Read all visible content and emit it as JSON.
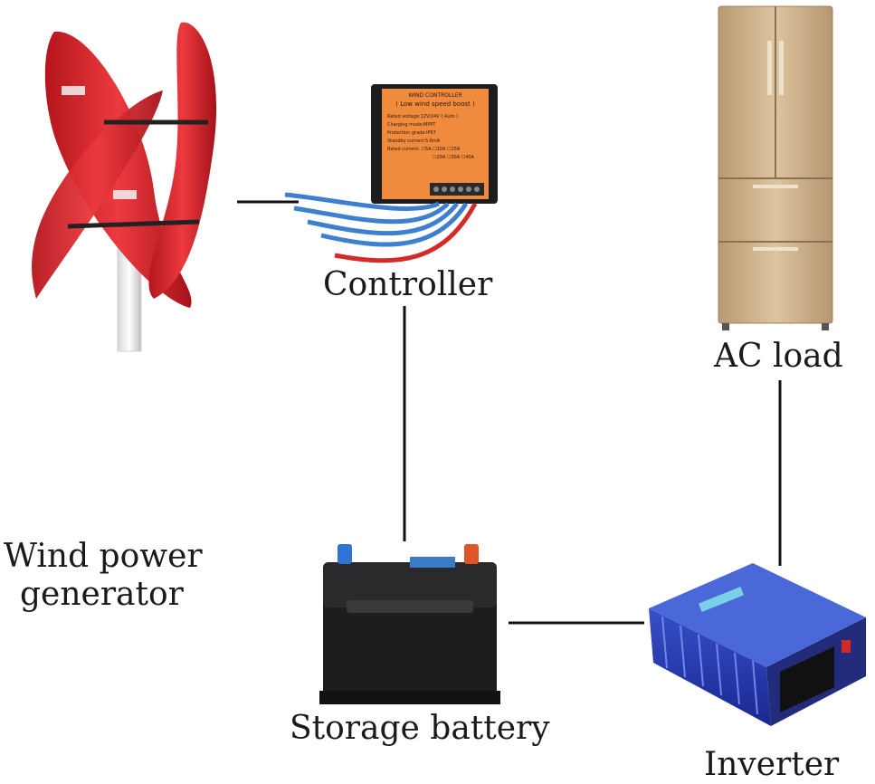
{
  "labels": {
    "controller": "Controller",
    "ac_load": "AC load",
    "wind_generator_line1": "Wind power",
    "wind_generator_line2": "generator",
    "storage_battery": "Storage battery",
    "inverter": "Inverter"
  },
  "controller_plate": {
    "title": "WIND CONTROLLER",
    "subtitle": "( Low wind speed boost )",
    "lines": [
      "Rated voltage:12V/24V ( Auto )",
      "Charging mode:MPPT",
      "Protection grade:IP67",
      "Standby current:5.6mA",
      "Rated current: ☐5A ☐10A ☐15A",
      "☐20A ☐30A ☐40A"
    ]
  },
  "colors": {
    "turbine": "#d8242c",
    "controller_face": "#f08a3c",
    "controller_body": "#1c1c1c",
    "cable_blue": "#3f7fd0",
    "cable_red": "#d42a2a",
    "fridge": "#c9ad84",
    "battery": "#1d1d1f",
    "inverter": "#2638a8",
    "connector_line": "#111111"
  }
}
